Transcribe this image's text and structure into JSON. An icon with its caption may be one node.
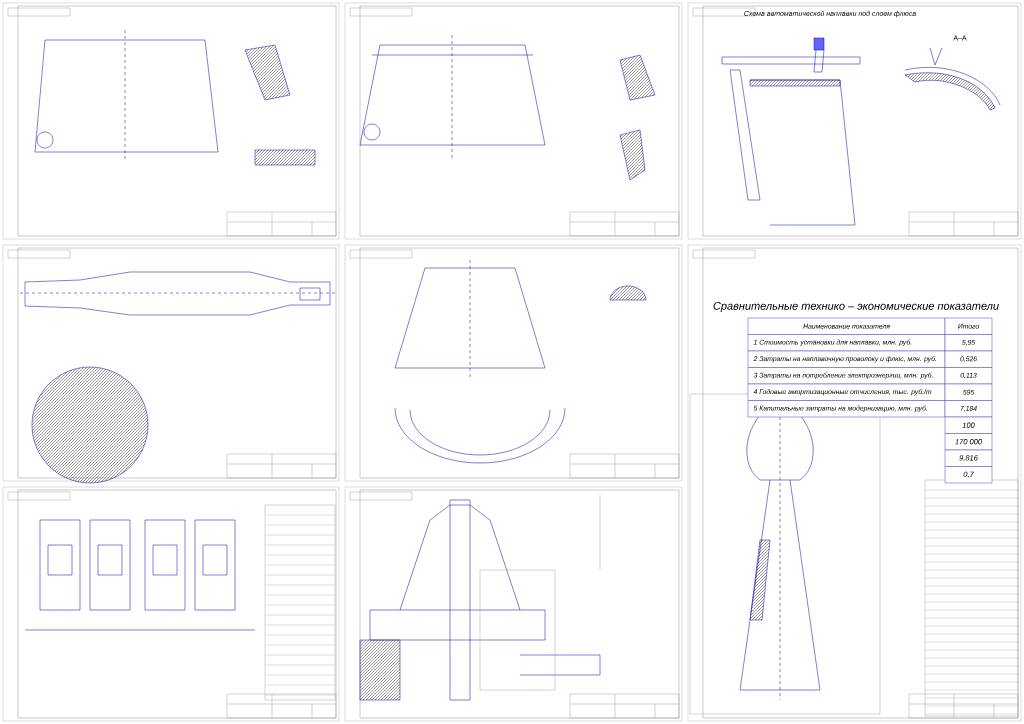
{
  "diagram": {
    "title": "Сравнительные технико – экономические показатели",
    "labels": [
      "Схема автоматической наплавки под слоем флюса",
      "А–А",
      "Наименование показателя",
      "Итого",
      "1 Стоимость установки для наплавки, млн. руб.",
      "5,95",
      "2 Затраты на наплавочную проволоку и флюс, млн. руб.",
      "0,526",
      "3 Затраты на потребление электроэнергии, млн. руб.",
      "0,113",
      "4 Годовые амортизационные отчисления, тыс. руб./т",
      "595",
      "5 Капитальные затраты на модернизацию, млн. руб.",
      "7,184",
      "100",
      "170 000",
      "9,816",
      "0,7"
    ]
  }
}
